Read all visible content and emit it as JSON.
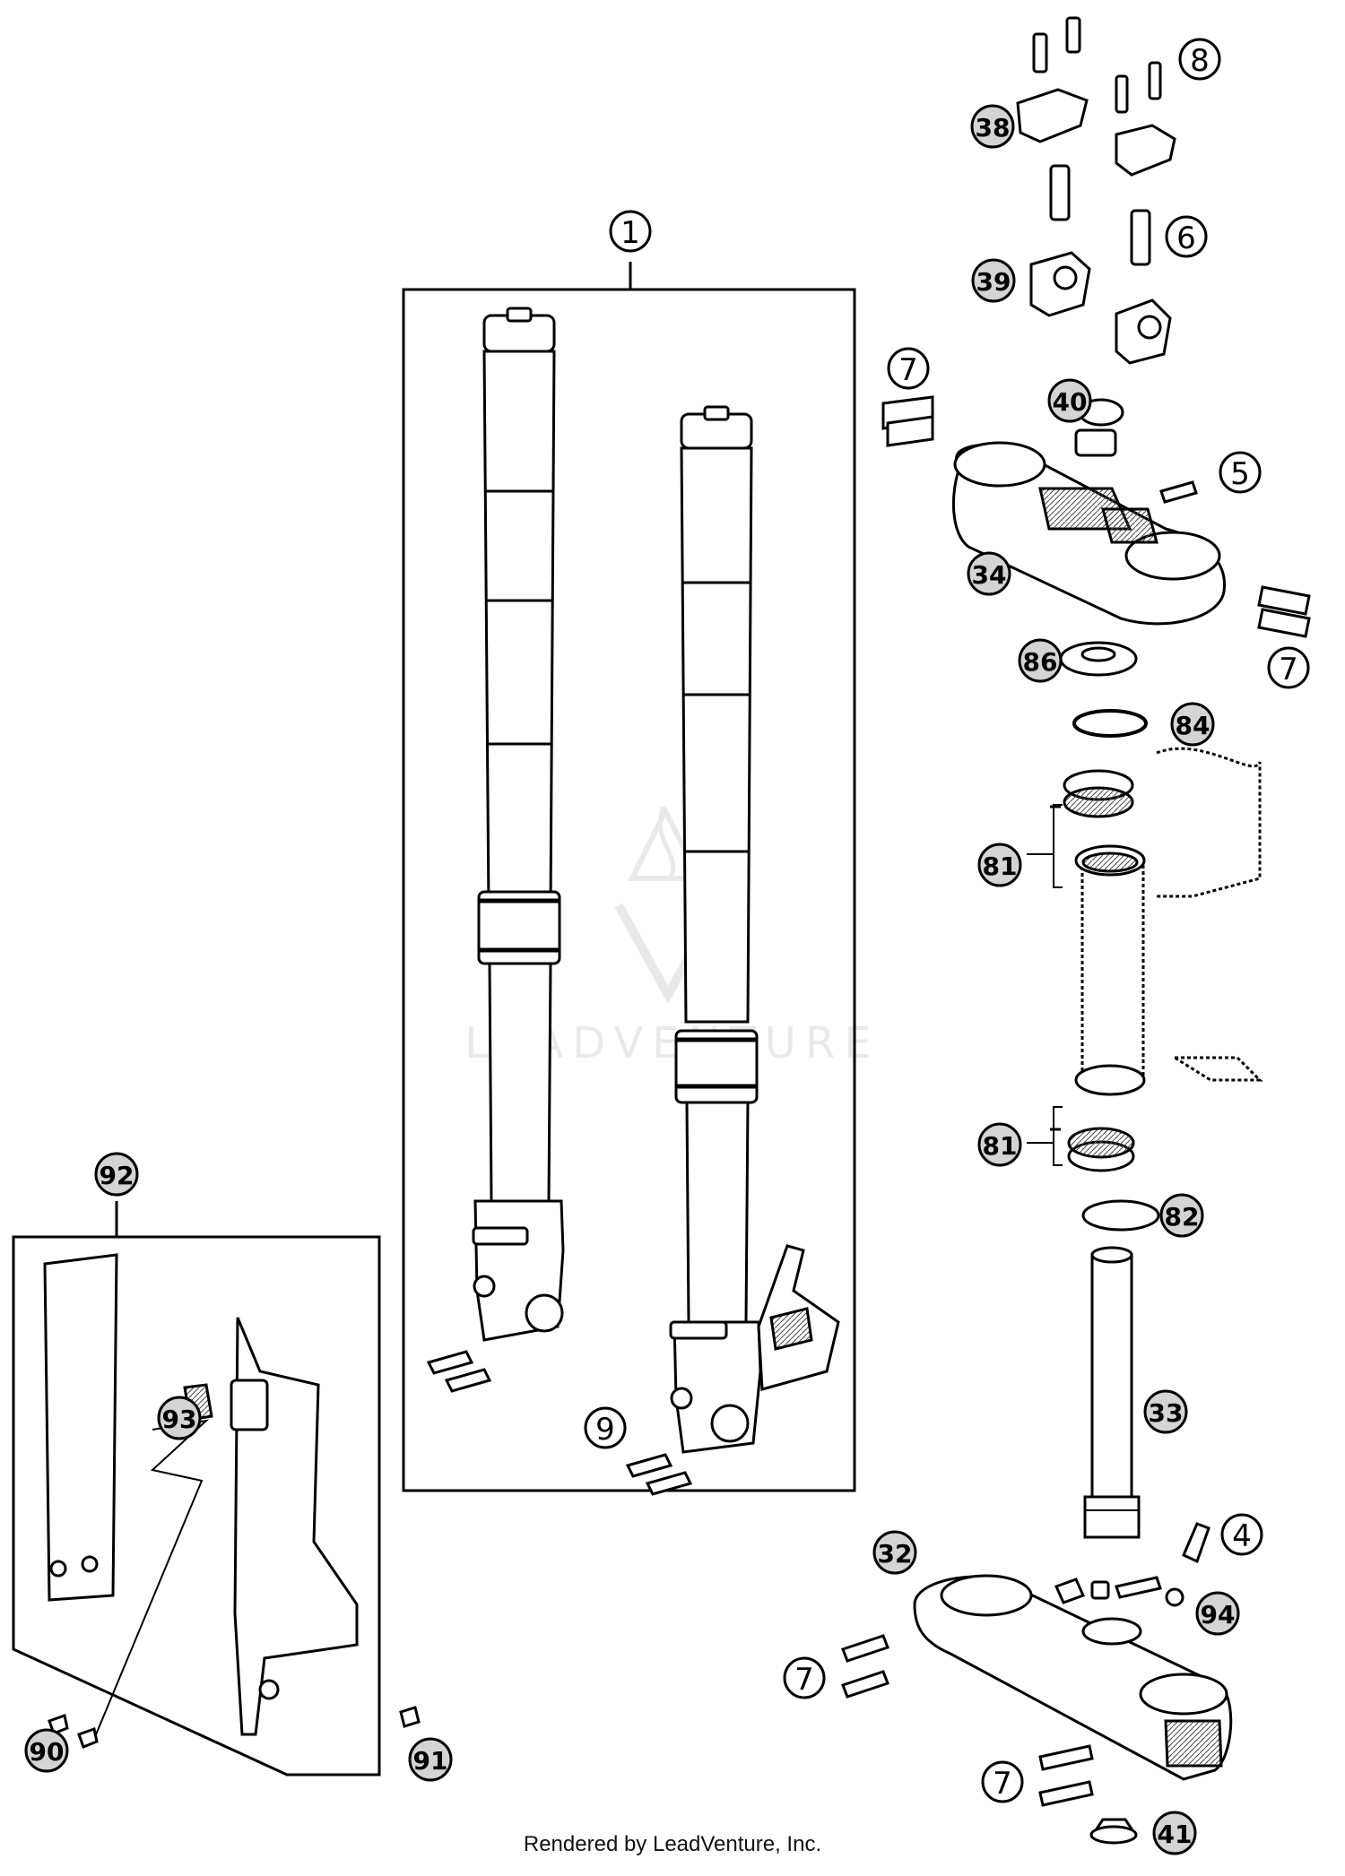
{
  "watermark": "LEADVENTURE",
  "footer": "Rendered by LeadVenture, Inc.",
  "callouts": [
    {
      "id": "c1",
      "label": "1",
      "style": "white"
    },
    {
      "id": "c8",
      "label": "8",
      "style": "white"
    },
    {
      "id": "c38",
      "label": "38",
      "style": "gray"
    },
    {
      "id": "c6",
      "label": "6",
      "style": "white"
    },
    {
      "id": "c39",
      "label": "39",
      "style": "gray"
    },
    {
      "id": "c7a",
      "label": "7",
      "style": "white"
    },
    {
      "id": "c40",
      "label": "40",
      "style": "gray"
    },
    {
      "id": "c5",
      "label": "5",
      "style": "white"
    },
    {
      "id": "c34",
      "label": "34",
      "style": "gray"
    },
    {
      "id": "c86",
      "label": "86",
      "style": "gray"
    },
    {
      "id": "c7b",
      "label": "7",
      "style": "white"
    },
    {
      "id": "c84",
      "label": "84",
      "style": "gray"
    },
    {
      "id": "c81a",
      "label": "81",
      "style": "gray"
    },
    {
      "id": "c81b",
      "label": "81",
      "style": "gray"
    },
    {
      "id": "c82",
      "label": "82",
      "style": "gray"
    },
    {
      "id": "c33",
      "label": "33",
      "style": "gray"
    },
    {
      "id": "c9",
      "label": "9",
      "style": "white"
    },
    {
      "id": "c92",
      "label": "92",
      "style": "gray"
    },
    {
      "id": "c93",
      "label": "93",
      "style": "gray"
    },
    {
      "id": "c4",
      "label": "4",
      "style": "white"
    },
    {
      "id": "c32",
      "label": "32",
      "style": "gray"
    },
    {
      "id": "c94",
      "label": "94",
      "style": "gray"
    },
    {
      "id": "c7c",
      "label": "7",
      "style": "white"
    },
    {
      "id": "c90",
      "label": "90",
      "style": "gray"
    },
    {
      "id": "c91",
      "label": "91",
      "style": "gray"
    },
    {
      "id": "c7d",
      "label": "7",
      "style": "white"
    },
    {
      "id": "c41",
      "label": "41",
      "style": "gray"
    }
  ]
}
